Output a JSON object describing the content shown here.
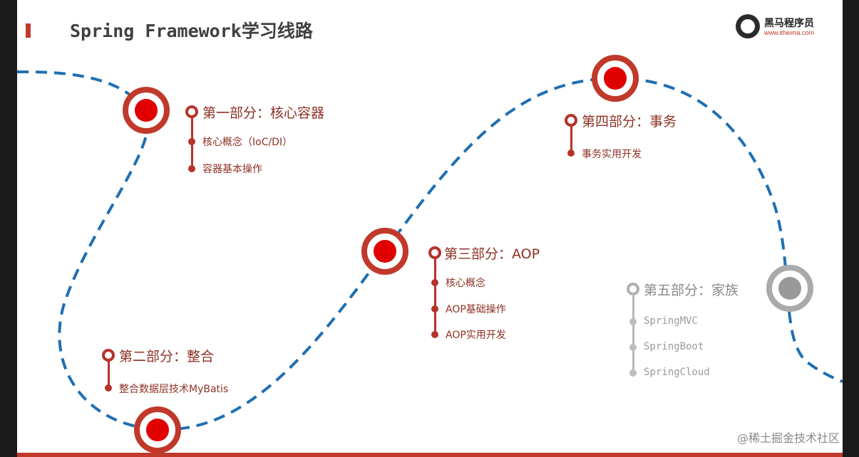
{
  "slide": {
    "title": "Spring Framework学习线路",
    "logo_name": "黑马程序员",
    "logo_url": "www.itheima.com",
    "watermark": "@稀土掘金技术社区"
  },
  "sections": [
    {
      "title": "第一部分：核心容器",
      "items": [
        "核心概念（IoC/DI）",
        "容器基本操作"
      ],
      "state": "active"
    },
    {
      "title": "第二部分：整合",
      "items": [
        "整合数据层技术MyBatis"
      ],
      "state": "active"
    },
    {
      "title": "第三部分：AOP",
      "items": [
        "核心概念",
        "AOP基础操作",
        "AOP实用开发"
      ],
      "state": "active"
    },
    {
      "title": "第四部分：事务",
      "items": [
        "事务实用开发"
      ],
      "state": "active"
    },
    {
      "title": "第五部分：家族",
      "items": [
        "SpringMVC",
        "SpringBoot",
        "SpringCloud"
      ],
      "state": "inactive"
    }
  ],
  "colors": {
    "accent": "#c0392b",
    "path": "#1f6fb2",
    "inactive": "#aaaaaa"
  }
}
